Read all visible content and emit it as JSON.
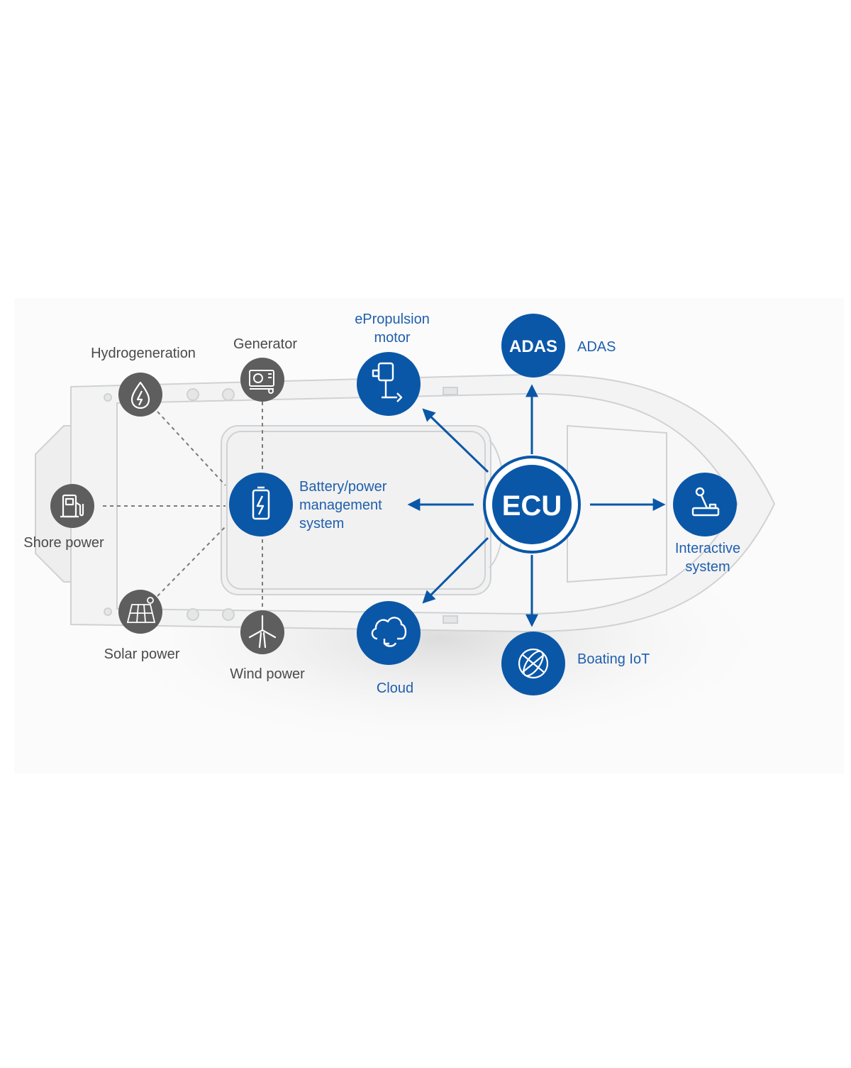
{
  "colors": {
    "node_blue": "#0a57a8",
    "node_gray": "#5e5e5e",
    "label_blue": "#1f5fae",
    "label_gray": "#4a4a4a",
    "hull_fill": "#f3f3f3",
    "hull_stroke": "#cfd2d4"
  },
  "center": {
    "label": "ECU"
  },
  "power_sources": [
    {
      "id": "hydrogeneration",
      "label": "Hydrogeneration",
      "icon": "water-drop-lightning-icon"
    },
    {
      "id": "generator",
      "label": "Generator",
      "icon": "generator-icon"
    },
    {
      "id": "shore-power",
      "label": "Shore power",
      "icon": "fuel-pump-icon"
    },
    {
      "id": "solar-power",
      "label": "Solar power",
      "icon": "solar-panel-icon"
    },
    {
      "id": "wind-power",
      "label": "Wind power",
      "icon": "wind-turbine-icon"
    }
  ],
  "ecu_links": [
    {
      "id": "battery",
      "label": "Battery/power\nmanagement\nsystem",
      "icon": "battery-icon"
    },
    {
      "id": "epropulsion",
      "label": "ePropulsion\nmotor",
      "icon": "outboard-motor-icon"
    },
    {
      "id": "adas",
      "label": "ADAS",
      "badge": "ADAS"
    },
    {
      "id": "interactive",
      "label": "Interactive\nsystem",
      "icon": "joystick-icon"
    },
    {
      "id": "boating-iot",
      "label": "Boating IoT",
      "icon": "globe-icon"
    },
    {
      "id": "cloud",
      "label": "Cloud",
      "icon": "cloud-sync-icon"
    }
  ]
}
